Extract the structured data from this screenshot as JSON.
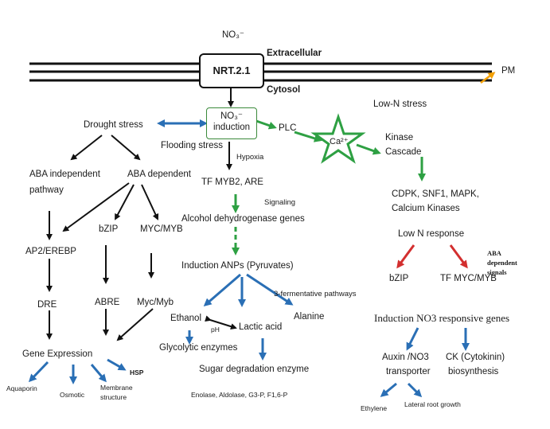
{
  "membrane": {
    "no3_top": "NO₃⁻",
    "extracellular": "Extracellular",
    "cytosol": "Cytosol",
    "transporter": "NRT.2.1",
    "pm": "PM"
  },
  "center": {
    "induction_line1": "NO₃⁻",
    "induction_line2": "induction",
    "flooding": "Flooding stress",
    "hypoxia": "Hypoxia",
    "tf": "TF MYB2, ARE",
    "signaling": "Signaling",
    "adh": "Alcohol dehydrogenase genes",
    "anps": "Induction ANPs (Pyruvates)",
    "fermentative": "3-fermentative pathways",
    "ethanol": "Ethanol",
    "ph": "pH",
    "lactic": "Lactic acid",
    "alanine": "Alanine",
    "glycolytic": "Glycolytic enzymes",
    "sugar": "Sugar  degradation enzyme",
    "enolase": "Enolase, Aldolase, G3-P, F1,6-P"
  },
  "left": {
    "drought": "Drought stress",
    "aba_indep_1": "ABA independent",
    "aba_indep_2": "pathway",
    "aba_dep": "ABA dependent",
    "bzip": "bZIP",
    "mycmyb": "MYC/MYB",
    "ap2": "AP2/EREBP",
    "abre": "ABRE",
    "mycmyb2": "Myc/Myb",
    "dre": "DRE",
    "gene_expr": "Gene Expression",
    "aquaporin": "Aquaporin",
    "osmotic": "Osmotic",
    "membrane_1": "Membrane",
    "membrane_2": "structure",
    "hsp": "HSP"
  },
  "right": {
    "plc": "PLC",
    "ca": "Ca²⁺",
    "lown": "Low-N stress",
    "kinase_1": "Kinase",
    "kinase_2": "Cascade",
    "cdpk_1": "CDPK, SNF1, MAPK,",
    "cdpk_2": "Calcium Kinases",
    "lown_resp": "Low N response",
    "bzip": "bZIP",
    "tf_myc": "TF MYC/MYB",
    "aba_sig_1": "ABA",
    "aba_sig_2": "dependent",
    "aba_sig_3": "signals",
    "no3_genes": "Induction NO3 responsive genes",
    "auxin_1": "Auxin /NO3",
    "auxin_2": "transporter",
    "ck_1": "CK (Cytokinin)",
    "ck_2": "biosynthesis",
    "ethylene": "Ethylene",
    "lateral": "Lateral  root growth"
  },
  "colors": {
    "black": "#111111",
    "blue": "#2a6fb5",
    "green": "#2ea043",
    "red": "#d32f2f",
    "orange": "#f2a007"
  }
}
